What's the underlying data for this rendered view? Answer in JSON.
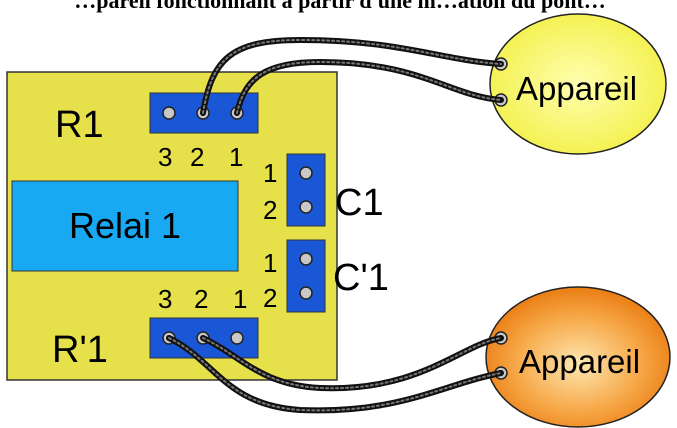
{
  "title": "…pareil fonctionnant à partir d'une m…ation du pont…",
  "board": {
    "relay_label": "Relai 1",
    "r1_label": "R1",
    "r1_prime_label": "R'1",
    "c1_label": "C1",
    "c1_prime_label": "C'1",
    "r1_pins": [
      "3",
      "2",
      "1"
    ],
    "r1_prime_pins": [
      "3",
      "2",
      "1"
    ],
    "c1_pins": [
      "1",
      "2"
    ],
    "c1_prime_pins": [
      "1",
      "2"
    ]
  },
  "devices": {
    "top_label": "Appareil",
    "bottom_label": "Appareil"
  },
  "colors": {
    "board": "#e6e14a",
    "connector": "#1a57d6",
    "relay": "#18a9f2",
    "device_top": "#f3f04a",
    "device_bottom": "#f08a1e",
    "wire": "#111111"
  }
}
